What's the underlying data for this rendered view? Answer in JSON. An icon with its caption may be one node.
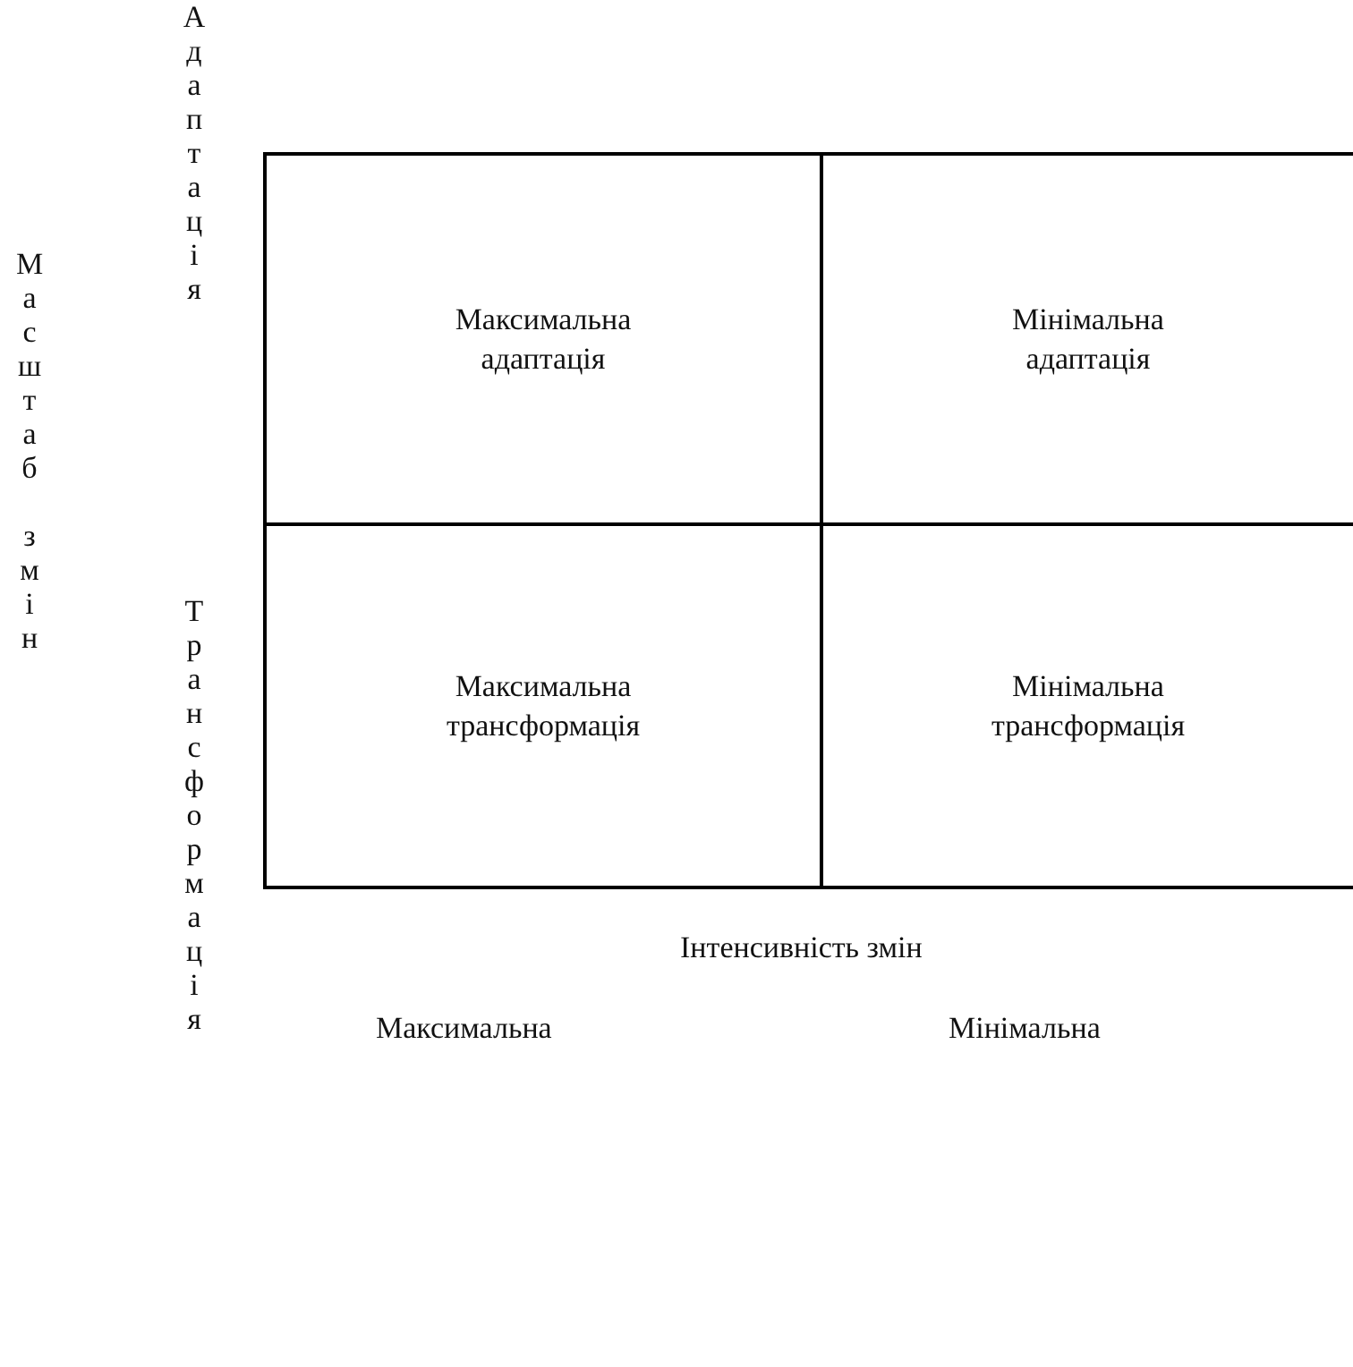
{
  "diagram": {
    "nodes": [
      {
        "text": [
          "Максимальна адаптація"
        ]
      },
      {
        "text": [
          "Мінімальна адаптація"
        ]
      },
      {
        "text": [
          "Максимальна трансформація"
        ]
      },
      {
        "text": [
          "Мінімальна трансформація"
        ]
      }
    ],
    "labels": [
      "Адаптація",
      "Масштаб змін",
      "Трансформація",
      "Інтенсивність змін",
      "Максимальна",
      "Мінімальна"
    ]
  }
}
